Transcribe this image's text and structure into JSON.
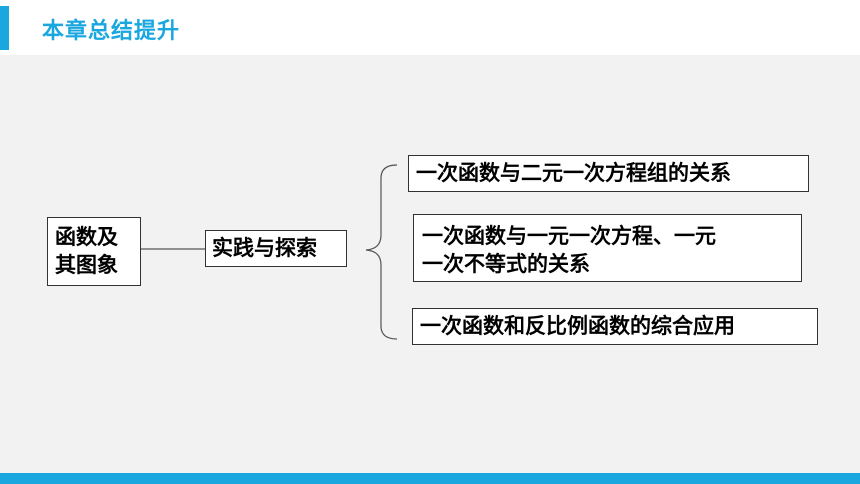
{
  "header": {
    "title": "本章总结提升"
  },
  "colors": {
    "accent": "#1aa7df",
    "content_bg": "#f2f2f2",
    "border": "#333333"
  },
  "diagram": {
    "root": {
      "line1": "函数及",
      "line2": "其图象"
    },
    "middle": "实践与探索",
    "leaves": [
      {
        "line1": "一次函数与二元一次方程组的关系"
      },
      {
        "line1": "一次函数与一元一次方程、一元",
        "line2": "一次不等式的关系"
      },
      {
        "line1": "一次函数和反比例函数的综合应用"
      }
    ]
  }
}
